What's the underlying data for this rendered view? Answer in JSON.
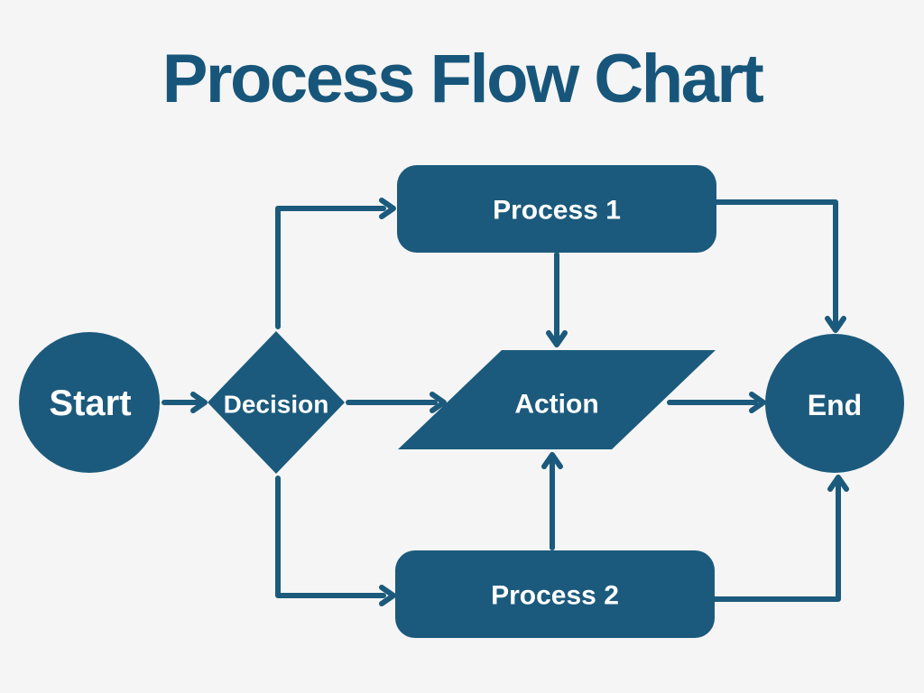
{
  "title": "Process Flow Chart",
  "colors": {
    "background": "#f5f5f5",
    "shape_fill": "#1b5a7c",
    "connector": "#1b5a7c",
    "title_text": "#17567a",
    "node_text": "#ffffff"
  },
  "diagram": {
    "type": "flowchart",
    "nodes": [
      {
        "id": "start",
        "shape": "circle",
        "label": "Start"
      },
      {
        "id": "decision",
        "shape": "diamond",
        "label": "Decision"
      },
      {
        "id": "process1",
        "shape": "rounded-rectangle",
        "label": "Process 1"
      },
      {
        "id": "action",
        "shape": "parallelogram",
        "label": "Action"
      },
      {
        "id": "process2",
        "shape": "rounded-rectangle",
        "label": "Process 2"
      },
      {
        "id": "end",
        "shape": "circle",
        "label": "End"
      }
    ],
    "connections": [
      {
        "from": "Start",
        "to": "Decision"
      },
      {
        "from": "Decision",
        "to": "Process 1"
      },
      {
        "from": "Decision",
        "to": "Action"
      },
      {
        "from": "Decision",
        "to": "Process 2"
      },
      {
        "from": "Process 1",
        "to": "Action"
      },
      {
        "from": "Process 1",
        "to": "End"
      },
      {
        "from": "Process 2",
        "to": "Action"
      },
      {
        "from": "Process 2",
        "to": "End"
      },
      {
        "from": "Action",
        "to": "End"
      }
    ]
  }
}
